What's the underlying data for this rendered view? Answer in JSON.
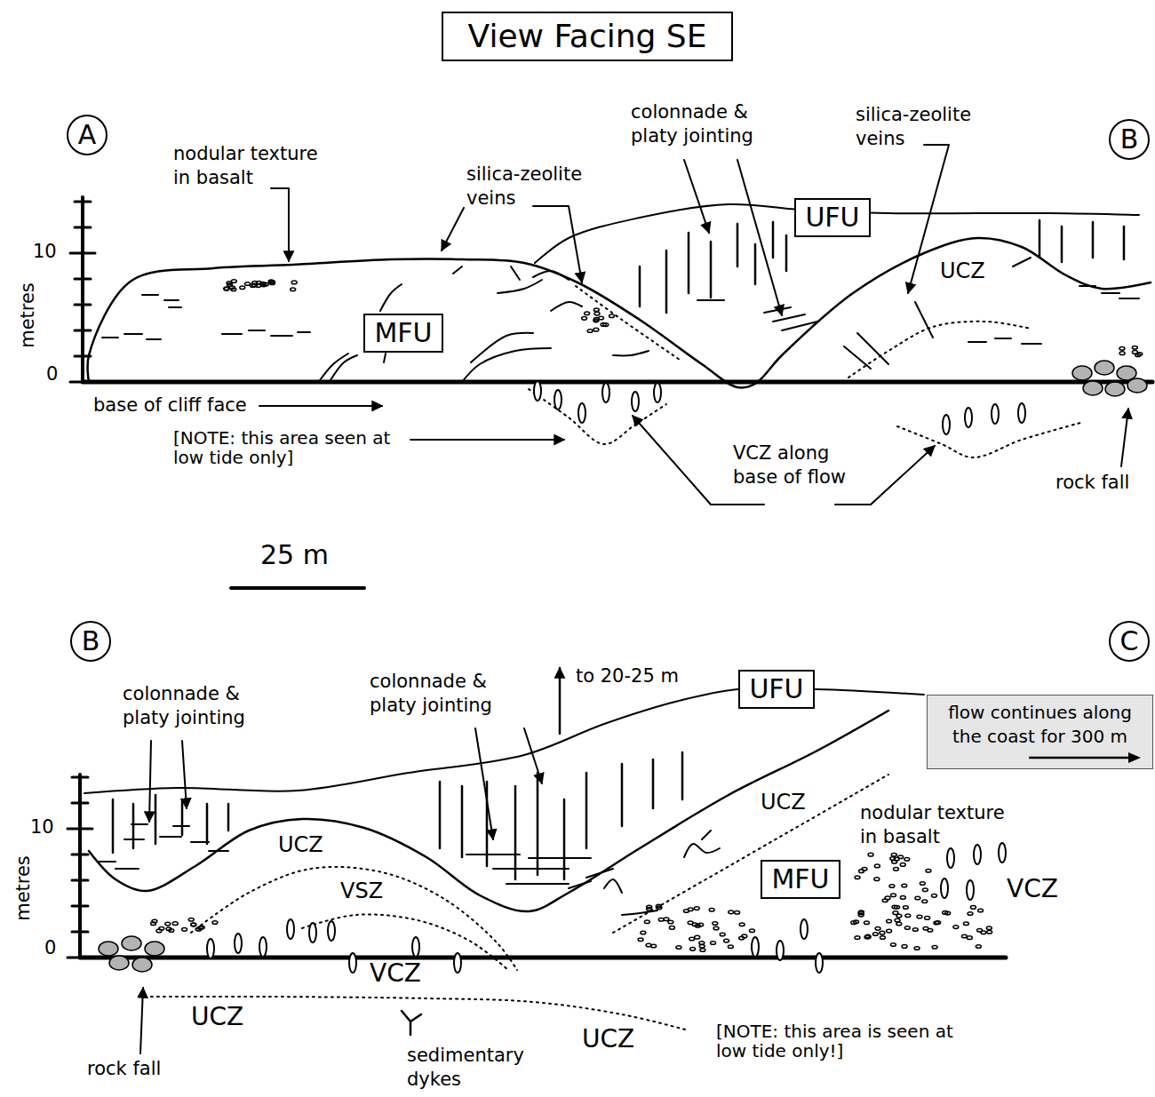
{
  "diagram": {
    "title": "View Facing SE",
    "nodes": [
      {
        "text": [
          "A"
        ]
      },
      {
        "text": [
          "B"
        ]
      },
      {
        "text": [
          "UFU"
        ]
      },
      {
        "text": [
          "MFU"
        ]
      },
      {
        "text": [
          "B"
        ]
      },
      {
        "text": [
          "C"
        ]
      },
      {
        "text": [
          "UFU"
        ]
      },
      {
        "text": [
          "MFU"
        ]
      },
      {
        "text": [
          "flow continues along the coast for 300 m"
        ]
      }
    ],
    "labels": [
      "nodular texture in basalt",
      "silica-zeolite veins",
      "colonnade & platy jointing",
      "silica-zeolite veins",
      "metres",
      "10",
      "0",
      "UCZ",
      "base of cliff face",
      "[NOTE: this area seen at low tide only]",
      "VCZ along base of flow",
      "rock fall",
      "25 m",
      "colonnade & platy jointing",
      "colonnade & platy jointing",
      "to 20-25 m",
      "metres",
      "10",
      "0",
      "UCZ",
      "VSZ",
      "UCZ",
      "nodular texture in basalt",
      "VCZ",
      "VCZ",
      "UCZ",
      "sedimentary dykes",
      "UCZ",
      "[NOTE: this area is seen at low tide only!]",
      "rock fall"
    ]
  }
}
